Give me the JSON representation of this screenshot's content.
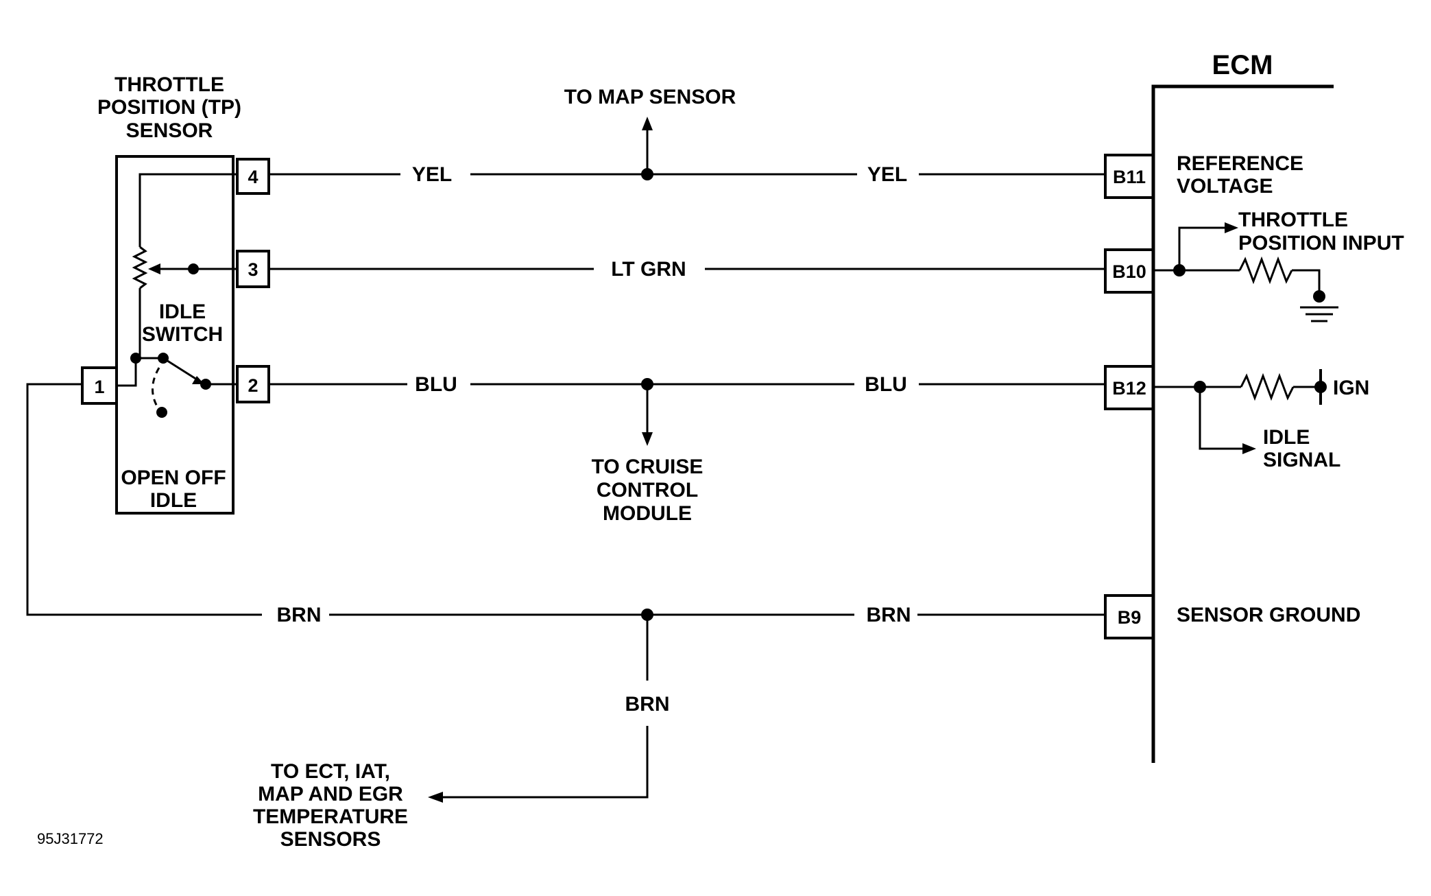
{
  "tp_sensor": {
    "title_lines": [
      "THROTTLE",
      "POSITION (TP)",
      "SENSOR"
    ],
    "idle_switch_lines": [
      "IDLE",
      "SWITCH"
    ],
    "open_off_idle_lines": [
      "OPEN OFF",
      "IDLE"
    ],
    "pins": [
      "4",
      "3",
      "2",
      "1"
    ]
  },
  "ecm": {
    "title": "ECM",
    "pins": [
      "B11",
      "B10",
      "B12",
      "B9"
    ],
    "reference_voltage_lines": [
      "REFERENCE",
      "VOLTAGE"
    ],
    "throttle_position_input_lines": [
      "THROTTLE",
      "POSITION INPUT"
    ],
    "ign": "IGN",
    "idle_signal_lines": [
      "IDLE",
      "SIGNAL"
    ],
    "sensor_ground": "SENSOR GROUND"
  },
  "wires": {
    "yel_left": "YEL",
    "yel_right": "YEL",
    "lt_grn": "LT GRN",
    "blu_left": "BLU",
    "blu_right": "BLU",
    "brn_left": "BRN",
    "brn_right": "BRN",
    "brn_down": "BRN"
  },
  "destinations": {
    "map_sensor": "TO MAP SENSOR",
    "cruise_lines": [
      "TO CRUISE",
      "CONTROL",
      "MODULE"
    ],
    "temperature_sensor_lines": [
      "TO ECT, IAT,",
      "MAP AND EGR",
      "TEMPERATURE",
      "SENSORS"
    ]
  },
  "figure_id": "95J31772"
}
